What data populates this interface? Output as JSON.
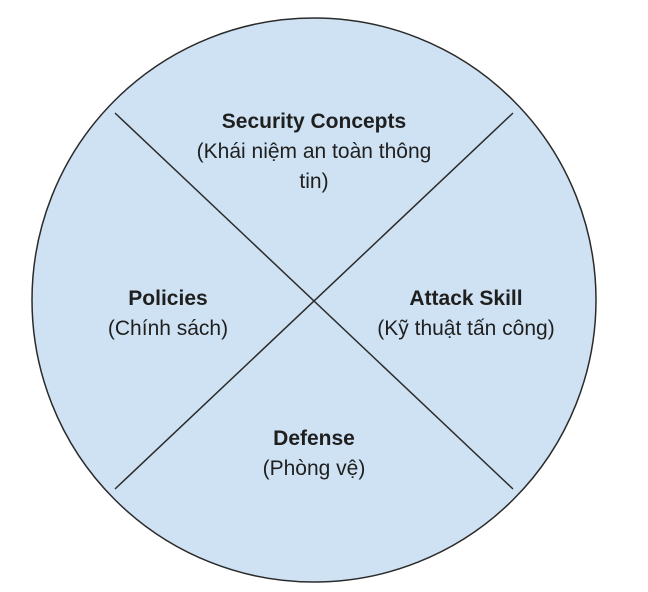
{
  "colors": {
    "circle_fill": "#cfe2f3",
    "stroke": "#2b2b2b",
    "text": "#1f1f1f"
  },
  "quadrants": {
    "top": {
      "title": "Security Concepts",
      "subtitle": "(Khái niệm an toàn thông tin)"
    },
    "left": {
      "title": "Policies",
      "subtitle": "(Chính sách)"
    },
    "right": {
      "title": "Attack Skill",
      "subtitle": "(Kỹ thuật tấn công)"
    },
    "bottom": {
      "title": "Defense",
      "subtitle": "(Phòng vệ)"
    }
  }
}
